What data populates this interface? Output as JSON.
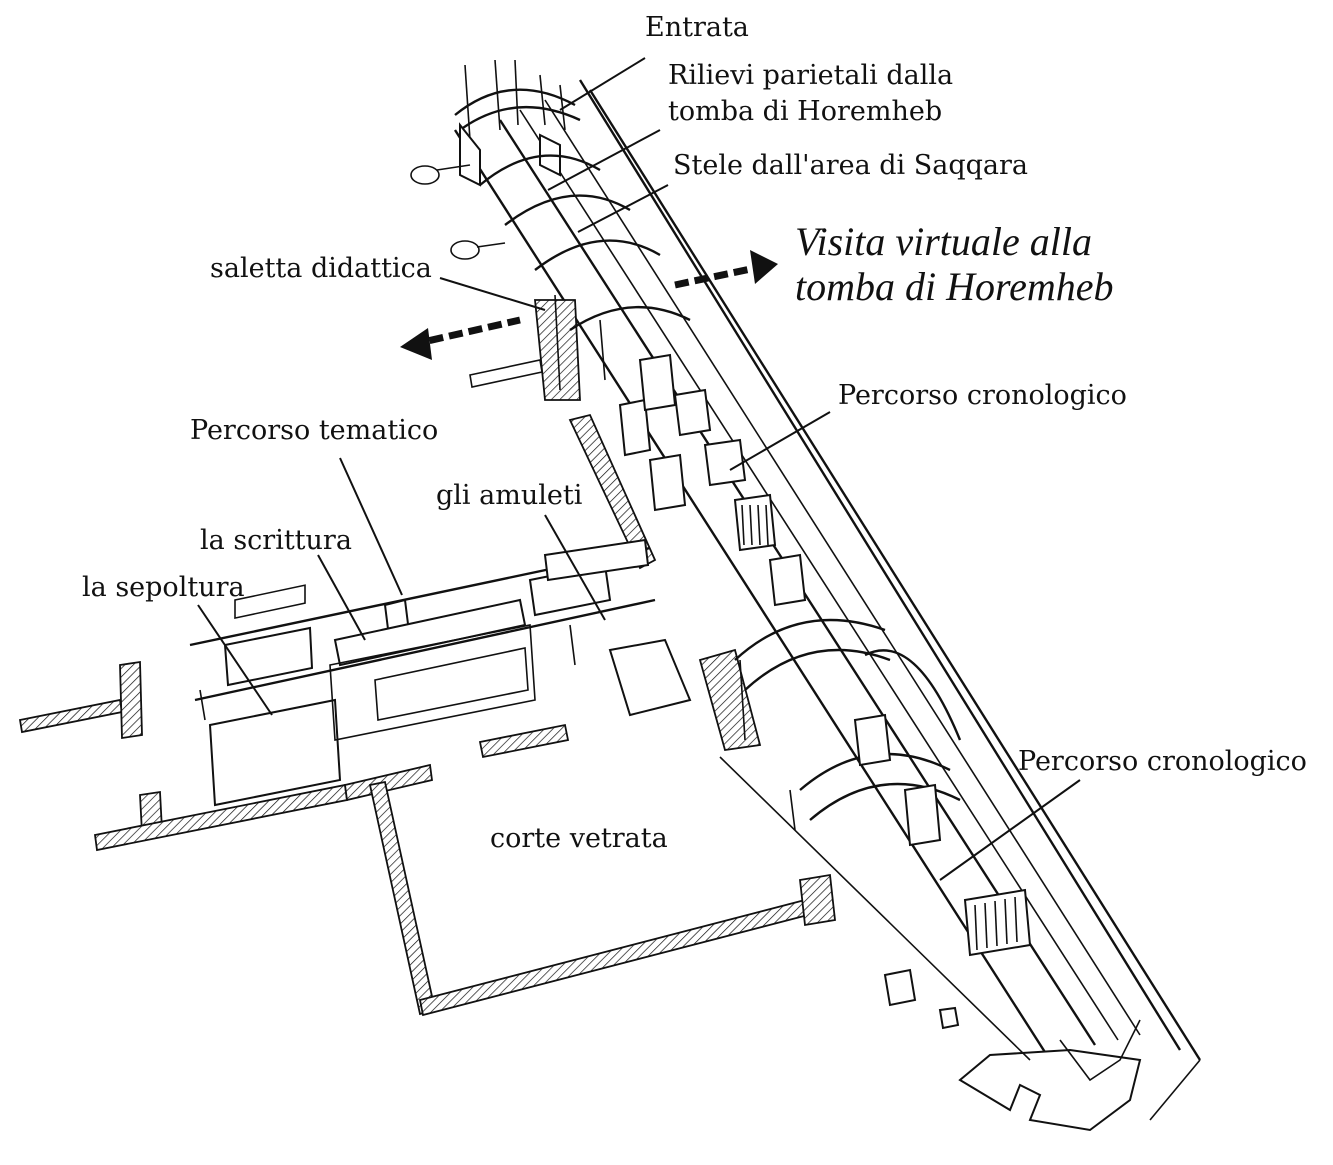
{
  "labels": {
    "entrance": "Entrata",
    "reliefs_line1": "Rilievi parietali dalla",
    "reliefs_line2": "tomba di Horemheb",
    "stelae": "Stele dall'area di Saqqara",
    "virtual_line1": "Visita virtuale alla",
    "virtual_line2": "tomba di Horemheb",
    "didactic_room": "saletta didattica",
    "chronological_upper": "Percorso cronologico",
    "thematic": "Percorso tematico",
    "amulets": "gli amuleti",
    "writing": "la scrittura",
    "burial": "la sepoltura",
    "chronological_lower": "Percorso cronologico",
    "glass_court": "corte vetrata"
  }
}
